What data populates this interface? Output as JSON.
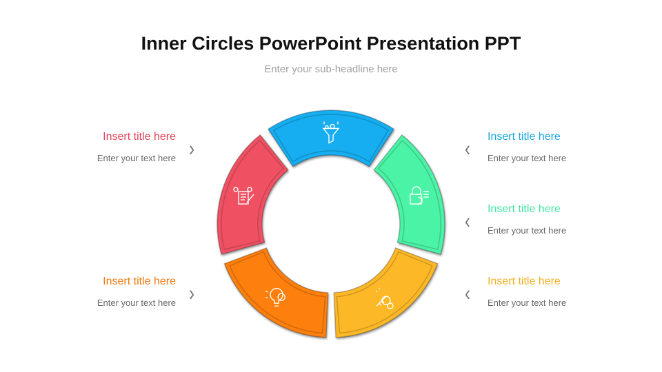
{
  "header": {
    "title": "Inner Circles PowerPoint Presentation PPT",
    "subtitle": "Enter your sub-headline here"
  },
  "items": [
    {
      "title": "Insert title here",
      "text": "Enter your text here",
      "color": "#e0455a"
    },
    {
      "title": "Insert title here",
      "text": "Enter your text here",
      "color": "#1aa6e0"
    },
    {
      "title": "Insert title here",
      "text": "Enter your text here",
      "color": "#3fe6a0"
    },
    {
      "title": "Insert title here",
      "text": "Enter your text here",
      "color": "#f07a10"
    },
    {
      "title": "Insert title here",
      "text": "Enter your text here",
      "color": "#f4b021"
    }
  ],
  "segments": [
    {
      "name": "funnel",
      "color": "#15aef0"
    },
    {
      "name": "security",
      "color": "#4cf3a6"
    },
    {
      "name": "key",
      "color": "#fcb827"
    },
    {
      "name": "idea",
      "color": "#fd7f0c"
    },
    {
      "name": "document",
      "color": "#ef5164"
    }
  ]
}
